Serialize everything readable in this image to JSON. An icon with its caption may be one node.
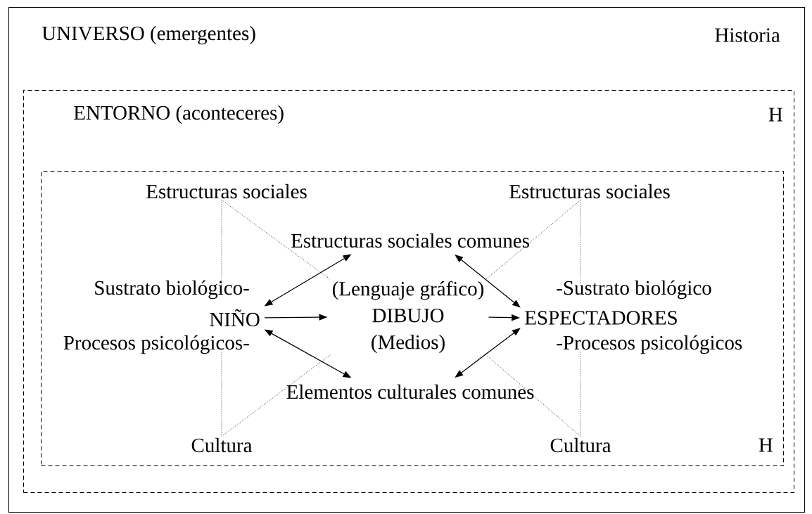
{
  "diagram": {
    "nodes": [
      {
        "text": [
          "UNIVERSO (emergentes)",
          "Historia"
        ]
      },
      {
        "text": [
          "ENTORNO (aconteceres)",
          "H"
        ],
        "in": 0
      },
      {
        "text": [
          "H"
        ],
        "in": 1
      },
      {
        "text": [
          "Estructuras sociales"
        ],
        "in": 2
      },
      {
        "text": [
          "Estructuras sociales"
        ],
        "in": 2
      },
      {
        "text": [
          "Estructuras sociales comunes"
        ],
        "in": 2
      },
      {
        "text": [
          "Sustrato biológico-"
        ],
        "in": 2
      },
      {
        "text": [
          "(Lenguaje gráfico)",
          "DIBUJO",
          "(Medios)"
        ],
        "in": 2
      },
      {
        "text": [
          "-Sustrato biológico"
        ],
        "in": 2
      },
      {
        "text": [
          "NIÑO"
        ],
        "in": 2
      },
      {
        "text": [
          "ESPECTADORES"
        ],
        "in": 2
      },
      {
        "text": [
          "Procesos psicológicos-"
        ],
        "in": 2
      },
      {
        "text": [
          "-Procesos psicológicos"
        ],
        "in": 2
      },
      {
        "text": [
          "Elementos culturales comunes"
        ],
        "in": 2
      },
      {
        "text": [
          "Cultura"
        ],
        "in": 2
      },
      {
        "text": [
          "Cultura"
        ],
        "in": 2
      }
    ],
    "edges": [
      {
        "from": 9,
        "to": 7,
        "arrow": "to"
      },
      {
        "from": 7,
        "to": 10,
        "arrow": "to"
      },
      {
        "from": 9,
        "to": 5,
        "arrow": "both"
      },
      {
        "from": 5,
        "to": 10,
        "arrow": "both"
      },
      {
        "from": 9,
        "to": 13,
        "arrow": "both"
      },
      {
        "from": 13,
        "to": 10,
        "arrow": "both"
      },
      {
        "from": 3,
        "to": 6,
        "arrow": "none",
        "style": "dashed"
      },
      {
        "from": 3,
        "to": 7,
        "arrow": "none",
        "style": "dashed"
      },
      {
        "from": 4,
        "to": 8,
        "arrow": "none",
        "style": "dashed"
      },
      {
        "from": 4,
        "to": 7,
        "arrow": "none",
        "style": "dashed"
      },
      {
        "from": 11,
        "to": 14,
        "arrow": "none",
        "style": "dashed"
      },
      {
        "from": 14,
        "to": 7,
        "arrow": "none",
        "style": "dashed"
      },
      {
        "from": 12,
        "to": 15,
        "arrow": "none",
        "style": "dashed"
      },
      {
        "from": 15,
        "to": 7,
        "arrow": "none",
        "style": "dashed"
      }
    ]
  }
}
